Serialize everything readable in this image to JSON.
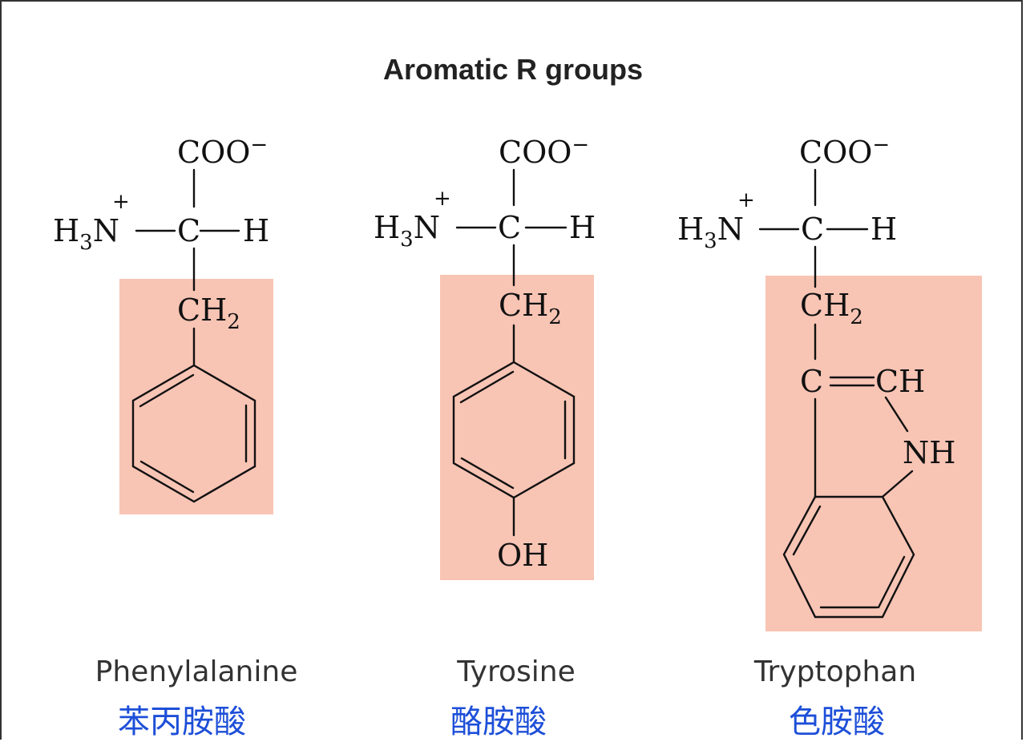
{
  "title": "Aromatic R groups",
  "labels": {
    "coo": "COO",
    "minus": "−",
    "h3n_h": "H",
    "h3n_3": "3",
    "h3n_n": "N",
    "plus": "+",
    "c": "C",
    "h": "H",
    "ch2_ch": "CH",
    "ch2_2": "2",
    "oh": "OH",
    "c_eq": "C",
    "ch": "CH",
    "nh": "NH"
  },
  "amino_acids": [
    {
      "name": "Phenylalanine",
      "chinese": "苯丙胺酸"
    },
    {
      "name": "Tyrosine",
      "chinese": "酪胺酸"
    },
    {
      "name": "Tryptophan",
      "chinese": "色胺酸"
    }
  ],
  "colors": {
    "highlight": "#f8c4b4",
    "chinese_text": "#1d4fd8"
  }
}
